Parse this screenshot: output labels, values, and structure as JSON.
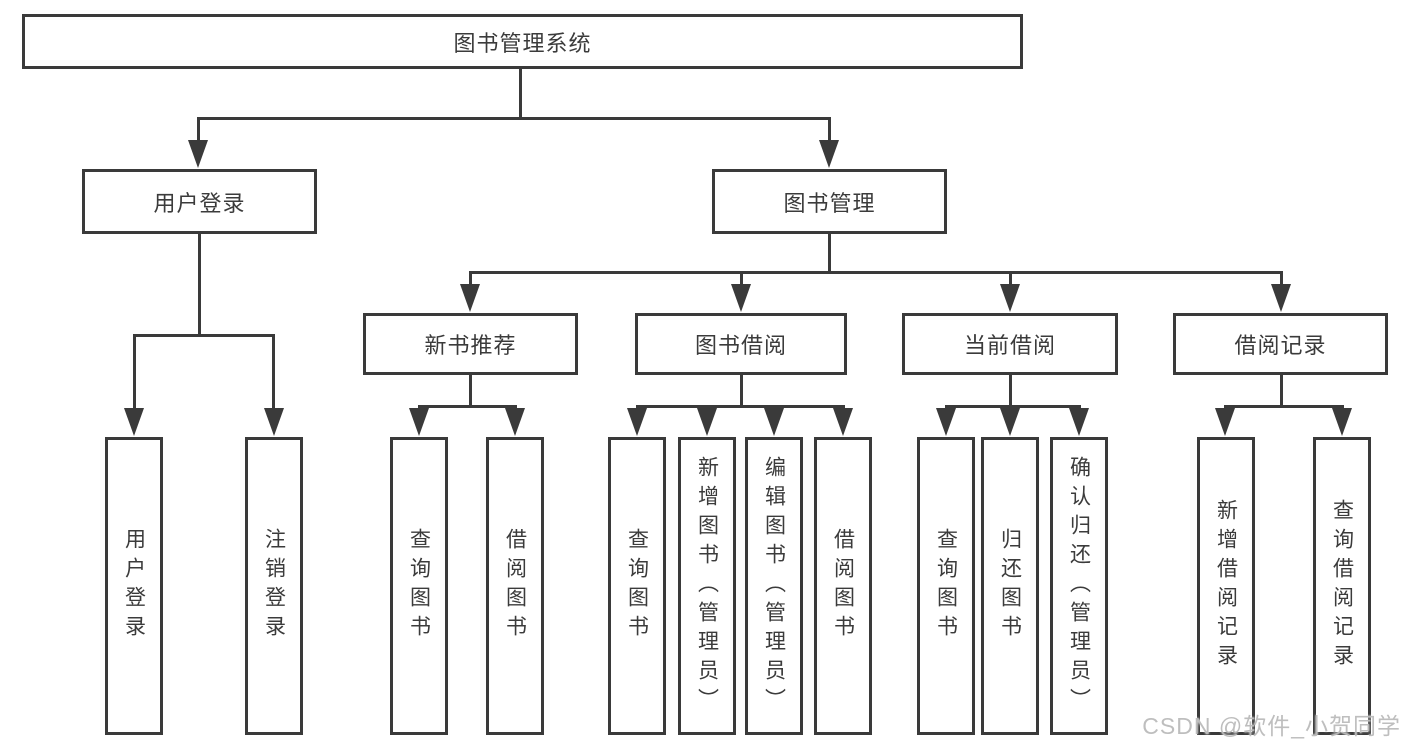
{
  "diagram": {
    "root": {
      "label": "图书管理系统"
    },
    "branches": [
      {
        "label": "用户登录",
        "children": [
          {
            "label": "用户登录"
          },
          {
            "label": "注销登录"
          }
        ]
      },
      {
        "label": "图书管理",
        "children": [
          {
            "label": "新书推荐",
            "children": [
              {
                "label": "查询图书"
              },
              {
                "label": "借阅图书"
              }
            ]
          },
          {
            "label": "图书借阅",
            "children": [
              {
                "label": "查询图书"
              },
              {
                "label": "新增图书（管理员）"
              },
              {
                "label": "编辑图书（管理员）"
              },
              {
                "label": "借阅图书"
              }
            ]
          },
          {
            "label": "当前借阅",
            "children": [
              {
                "label": "查询图书"
              },
              {
                "label": "归还图书"
              },
              {
                "label": "确认归还（管理员）"
              }
            ]
          },
          {
            "label": "借阅记录",
            "children": [
              {
                "label": "新增借阅记录"
              },
              {
                "label": "查询借阅记录"
              }
            ]
          }
        ]
      }
    ]
  },
  "watermark": {
    "text": "CSDN @软件_小贺同学"
  },
  "colors": {
    "background": "#ffffff",
    "line": "#3a3a3a",
    "box_border": "#3a3a3a",
    "box_fill": "#ffffff",
    "text": "#3b3b3b",
    "watermark": "#b9b9b9"
  }
}
